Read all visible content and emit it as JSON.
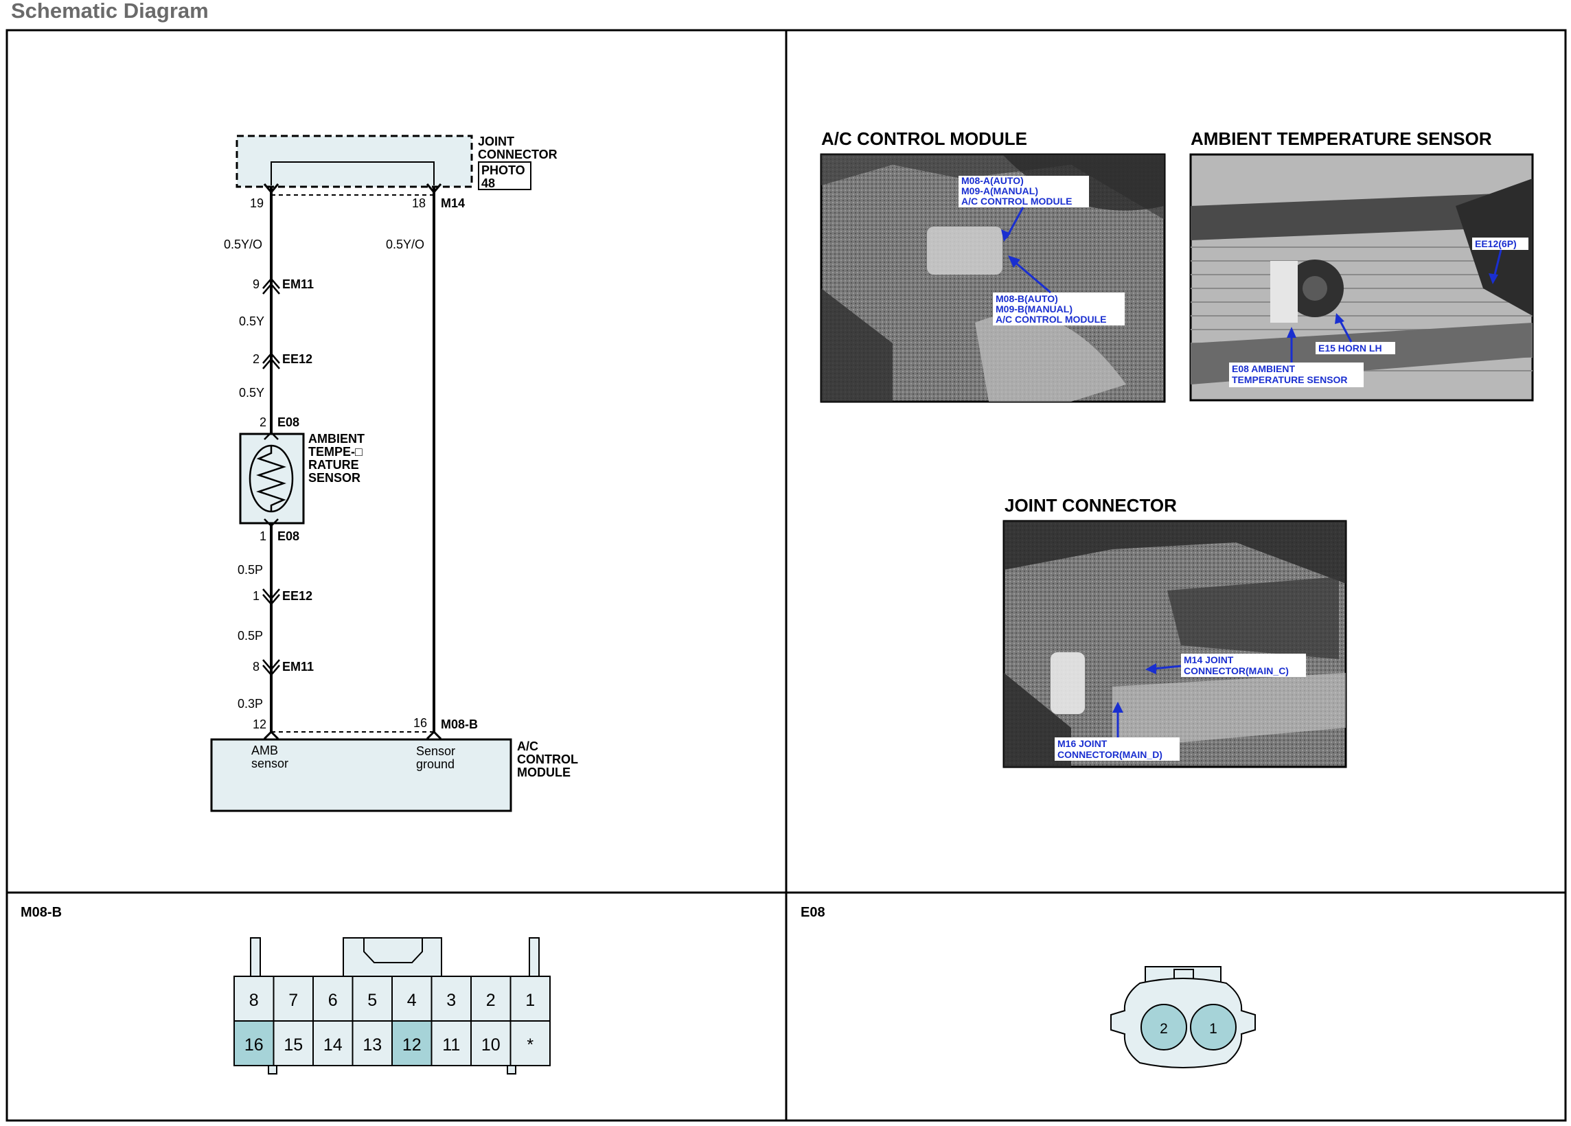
{
  "page_title": "Schematic Diagram",
  "schematic": {
    "joint_connector": [
      "JOINT",
      "CONNECTOR"
    ],
    "photo": [
      "PHOTO",
      "48"
    ],
    "pin_19": "19",
    "pin_18": "18",
    "m14": "M14",
    "wire_left_top": "0.5Y/O",
    "wire_right": "0.5Y/O",
    "em11_pin_top": "9",
    "em11": "EM11",
    "wire_05y_a": "0.5Y",
    "ee12_pin_top": "2",
    "ee12": "EE12",
    "wire_05y_b": "0.5Y",
    "e08_pin_top": "2",
    "e08": "E08",
    "sensor_label": [
      "AMBIENT",
      "TEMPE-□",
      "RATURE",
      "SENSOR"
    ],
    "e08_pin_bottom": "1",
    "wire_05p_a": "0.5P",
    "ee12_pin_bottom": "1",
    "wire_05p_b": "0.5P",
    "em11_pin_bottom": "8",
    "wire_03p": "0.3P",
    "pin_12": "12",
    "pin_16": "16",
    "m08b": "M08-B",
    "amb": [
      "AMB",
      "sensor"
    ],
    "sensor_ground": [
      "Sensor",
      "ground"
    ],
    "ac_module": [
      "A/C",
      "CONTROL",
      "MODULE"
    ]
  },
  "photos": {
    "ac_title": "A/C CONTROL MODULE",
    "ac_callout_1": [
      "M08-A(AUTO)",
      "M09-A(MANUAL)",
      "A/C CONTROL MODULE"
    ],
    "ac_callout_2": [
      "M08-B(AUTO)",
      "M09-B(MANUAL)",
      "A/C CONTROL MODULE"
    ],
    "ambient_title": "AMBIENT TEMPERATURE SENSOR",
    "ee12_callout": "EE12(6P)",
    "horn_callout": "E15 HORN LH",
    "e08_callout": [
      "E08 AMBIENT",
      "TEMPERATURE SENSOR"
    ],
    "joint_title": "JOINT CONNECTOR",
    "m14_callout": [
      "M14 JOINT",
      "CONNECTOR(MAIN_C)"
    ],
    "m16_callout": [
      "M16 JOINT",
      "CONNECTOR(MAIN_D)"
    ]
  },
  "connectors": {
    "m08b_title": "M08-B",
    "m08b_top": [
      "8",
      "7",
      "6",
      "5",
      "4",
      "3",
      "2",
      "1"
    ],
    "m08b_bottom": [
      "16",
      "15",
      "14",
      "13",
      "12",
      "11",
      "10",
      "*"
    ],
    "m08b_highlight": [
      "16",
      "12"
    ],
    "e08_title": "E08",
    "e08_pins": [
      "2",
      "1"
    ]
  },
  "colors": {
    "highlight": "#a6d3d8",
    "fill": "#e4eff2",
    "callout": "#1a2fd0"
  }
}
